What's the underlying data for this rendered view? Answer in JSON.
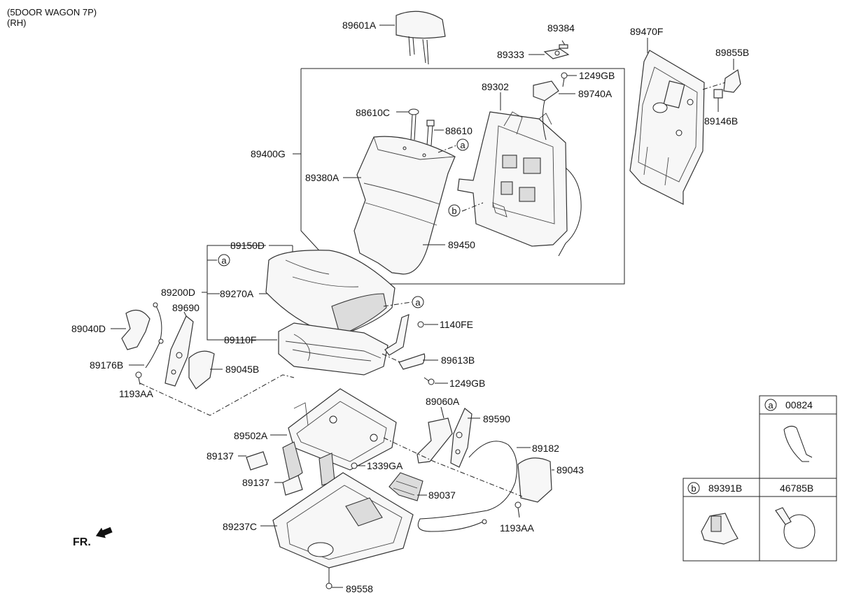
{
  "header": {
    "line1": "(5DOOR WAGON 7P)",
    "line2": "(RH)"
  },
  "orientation": {
    "label": "FR."
  },
  "markers": {
    "a": "a",
    "b": "b"
  },
  "parts": {
    "p89601A": "89601A",
    "p89384": "89384",
    "p89333": "89333",
    "p89470F": "89470F",
    "p89855B": "89855B",
    "p1249GB_top": "1249GB",
    "p89302": "89302",
    "p89740A": "89740A",
    "p89146B": "89146B",
    "p88610C": "88610C",
    "p88610": "88610",
    "p89400G": "89400G",
    "p89380A": "89380A",
    "p89450": "89450",
    "p89150D": "89150D",
    "p89200D": "89200D",
    "p89270A": "89270A",
    "p89690": "89690",
    "p89040D": "89040D",
    "p1140FE": "1140FE",
    "p89110F": "89110F",
    "p89613B": "89613B",
    "p89176B": "89176B",
    "p89045B": "89045B",
    "p1249GB_mid": "1249GB",
    "p1193AA_left": "1193AA",
    "p89060A": "89060A",
    "p89590": "89590",
    "p89502A": "89502A",
    "p89182": "89182",
    "p89137_a": "89137",
    "p1339GA": "1339GA",
    "p89043": "89043",
    "p89137_b": "89137",
    "p89037": "89037",
    "p89237C": "89237C",
    "p1193AA_right": "1193AA",
    "p89558": "89558"
  },
  "legend": {
    "a_part": "00824",
    "b_part1": "89391B",
    "b_part2": "46785B"
  }
}
